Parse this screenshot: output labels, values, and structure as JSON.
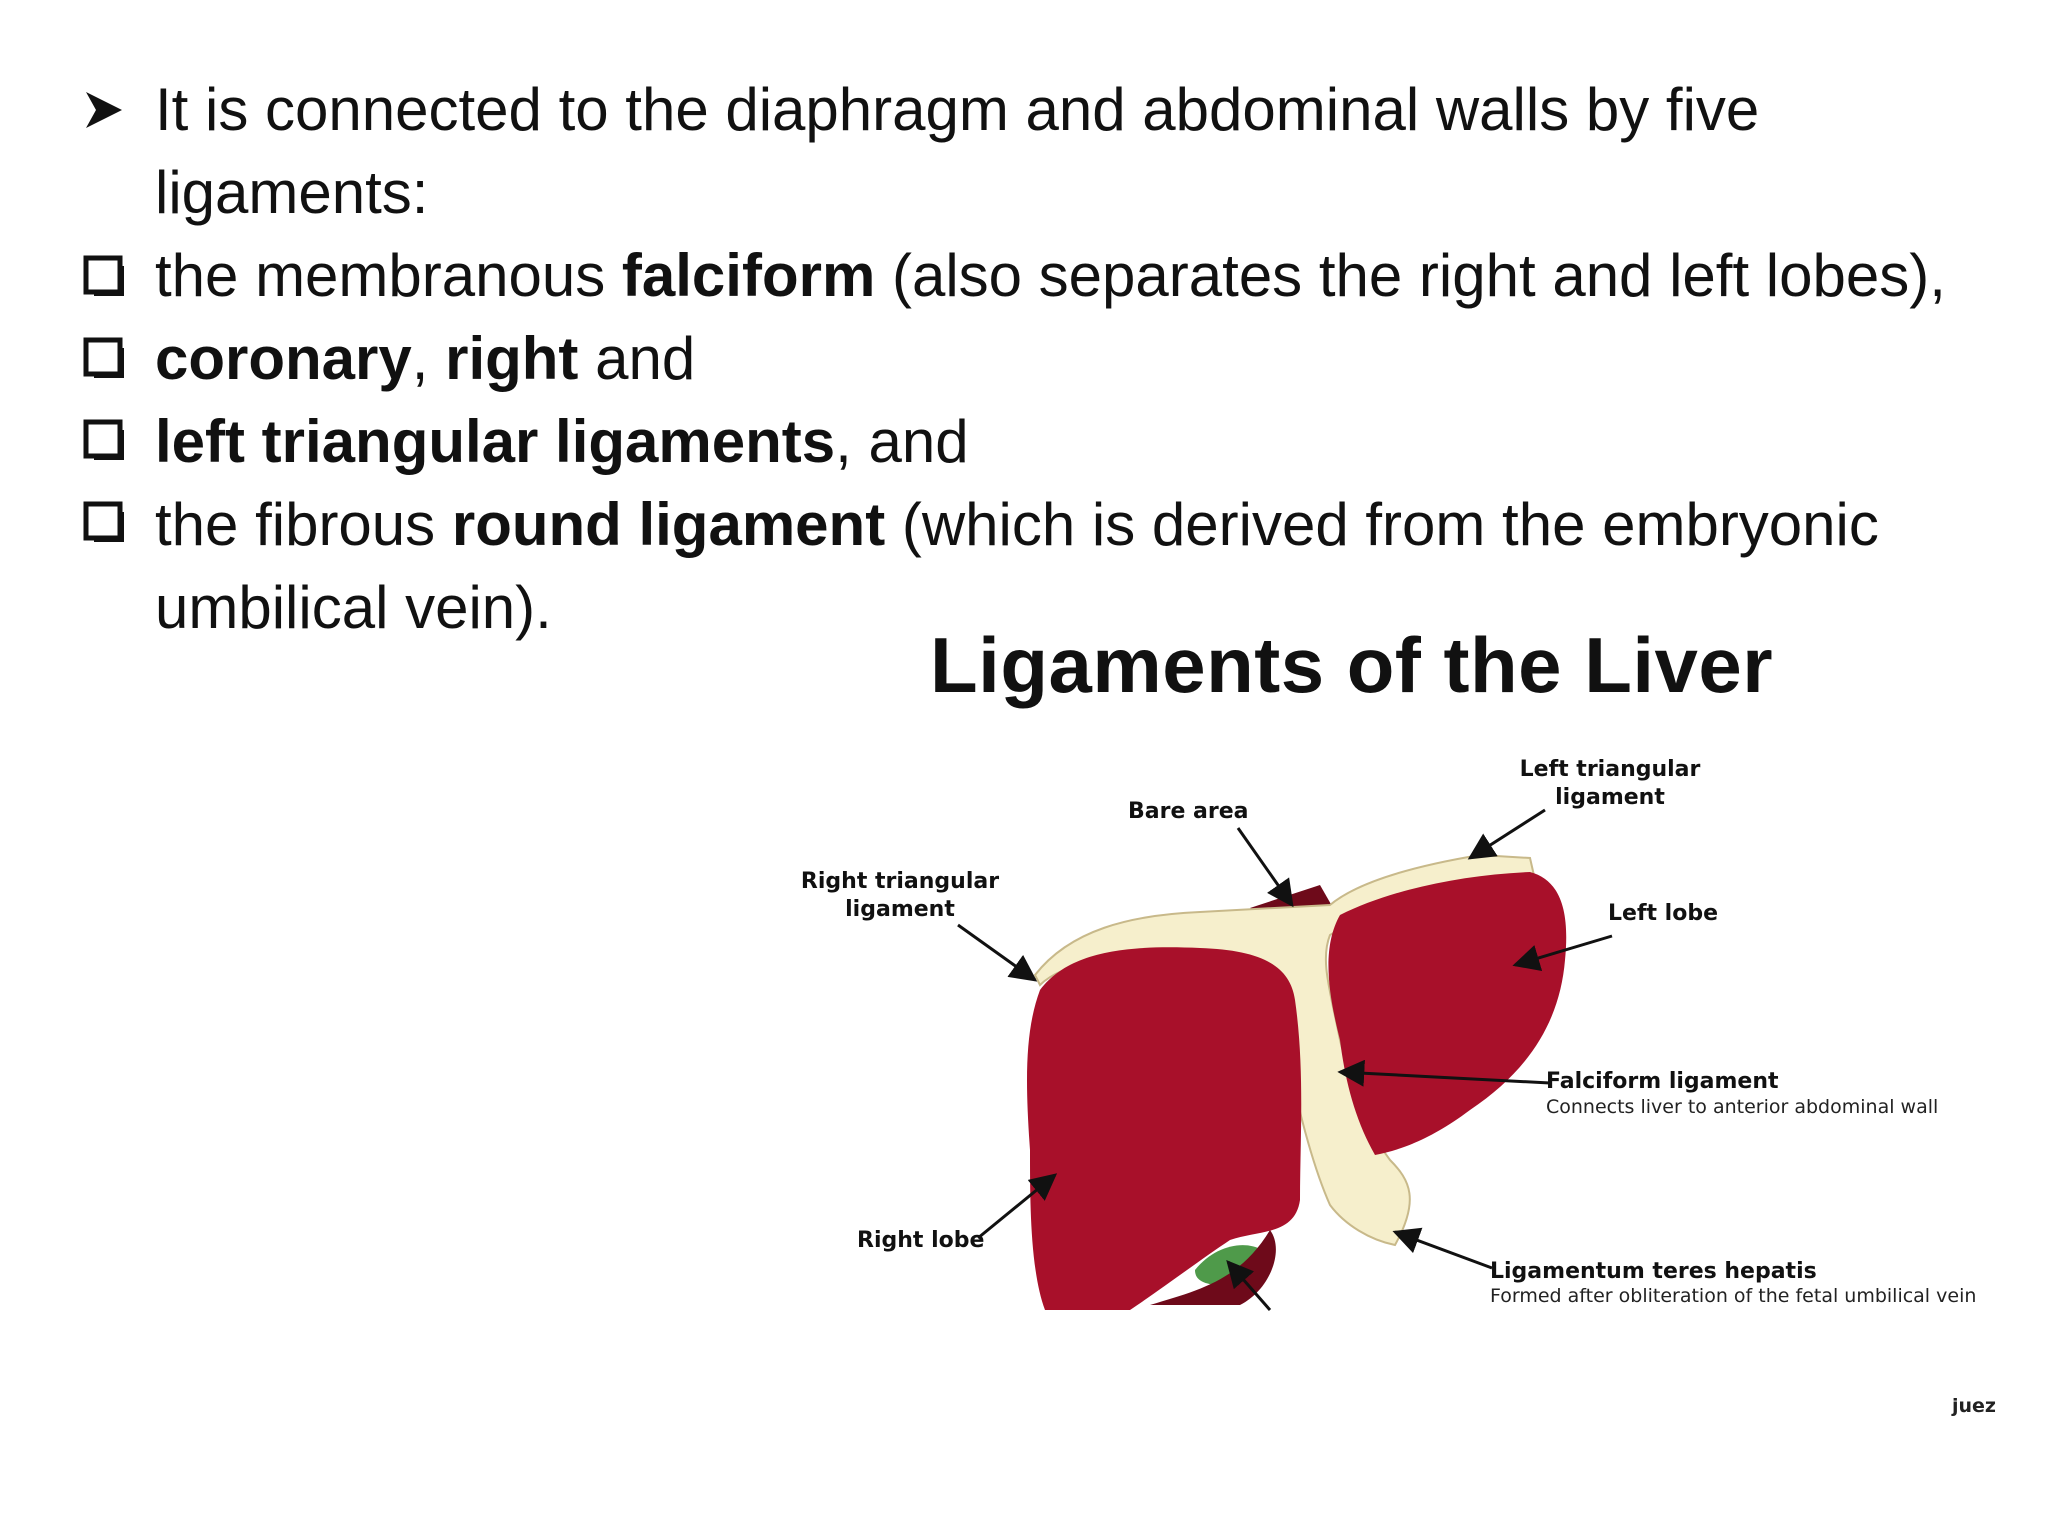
{
  "bullets": [
    {
      "marker": "arrow-bullet",
      "lines": [
        [
          {
            "t": "It is connected to the diaphragm and abdominal walls by five",
            "b": false
          }
        ],
        [
          {
            "t": "ligaments:",
            "b": false
          }
        ]
      ]
    },
    {
      "marker": "checkbox-bullet",
      "lines": [
        [
          {
            "t": "the membranous ",
            "b": false
          },
          {
            "t": "falciform",
            "b": true
          },
          {
            "t": " (also separates the right and left lobes),",
            "b": false
          }
        ]
      ]
    },
    {
      "marker": "checkbox-bullet",
      "lines": [
        [
          {
            "t": " ",
            "b": false
          },
          {
            "t": "coronary",
            "b": true
          },
          {
            "t": ", ",
            "b": false
          },
          {
            "t": "right",
            "b": true
          },
          {
            "t": " and",
            "b": false
          }
        ]
      ]
    },
    {
      "marker": "checkbox-bullet",
      "lines": [
        [
          {
            "t": " ",
            "b": false
          },
          {
            "t": "left triangular ligaments",
            "b": true
          },
          {
            "t": ", and",
            "b": false
          }
        ]
      ]
    },
    {
      "marker": "checkbox-bullet",
      "lines": [
        [
          {
            "t": "the fibrous ",
            "b": false
          },
          {
            "t": "round ligament",
            "b": true
          },
          {
            "t": " (which is derived from the embryonic",
            "b": false
          }
        ],
        [
          {
            "t": "umbilical vein).",
            "b": false
          }
        ]
      ]
    }
  ],
  "diagram": {
    "title": "Ligaments of the Liver",
    "labels": {
      "left_triangular": [
        "Left triangular",
        "ligament"
      ],
      "bare_area": "Bare area",
      "right_triangular": [
        "Right triangular",
        "ligament"
      ],
      "left_lobe": "Left lobe",
      "falciform": "Falciform ligament",
      "falciform_note": "Connects liver to anterior abdominal wall",
      "right_lobe": "Right lobe",
      "teres": "Ligamentum teres hepatis",
      "teres_note": "Formed after obliteration of the fetal umbilical vein",
      "credit": "juez"
    },
    "colors": {
      "lobe": "#a8102a",
      "lobe_dark": "#6e0a1a",
      "ligament": "#f6efcc",
      "ligament_edge": "#c8b98a",
      "gallbladder": "#4f9a4a",
      "text": "#111111"
    }
  }
}
